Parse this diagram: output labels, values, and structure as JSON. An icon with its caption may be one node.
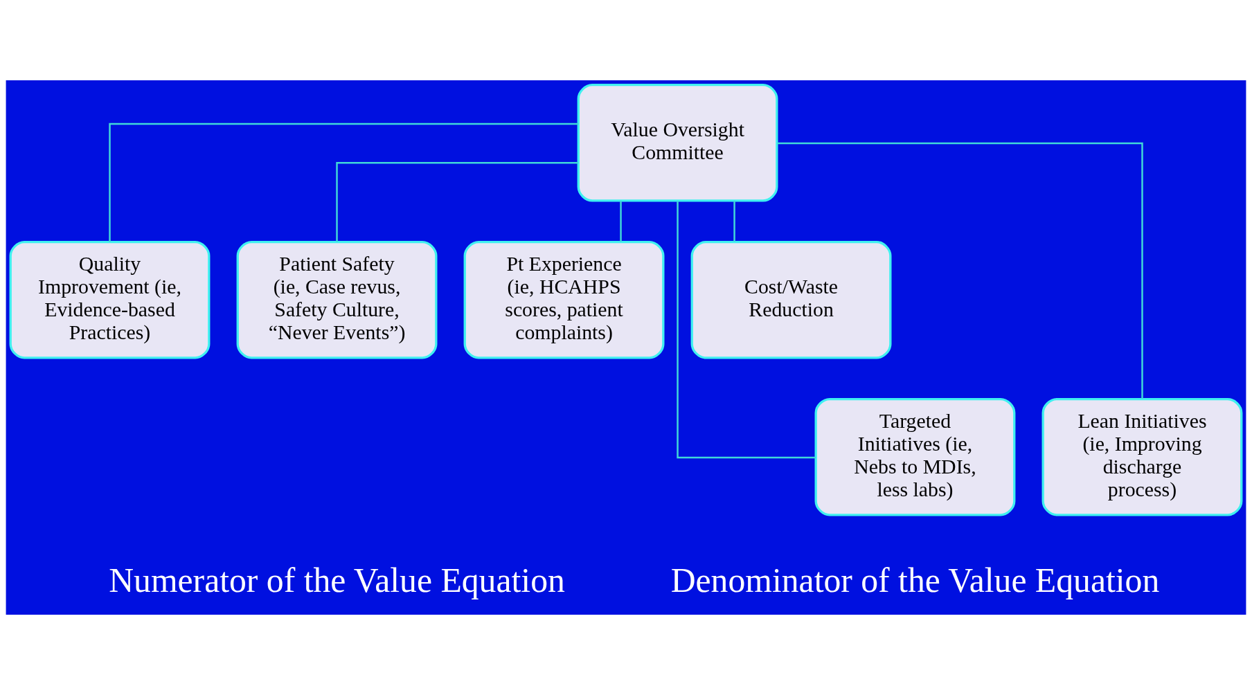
{
  "diagram": {
    "nodes": [
      {
        "text": [
          "Value Oversight Committee"
        ]
      },
      {
        "text": [
          "Quality Improvement (ie, Evidence-based Practices)"
        ]
      },
      {
        "text": [
          "Patient Safety (ie, Case revus, Safety Culture, “Never Events”)"
        ]
      },
      {
        "text": [
          "Pt Experience (ie, HCAHPS scores, patient complaints)"
        ]
      },
      {
        "text": [
          "Cost/Waste Reduction"
        ]
      },
      {
        "text": [
          "Targeted Initiatives (ie, Nebs to MDIs, less labs)"
        ]
      },
      {
        "text": [
          "Lean Initiatives (ie, Improving discharge process)"
        ]
      }
    ],
    "edges": [
      {
        "from": 0,
        "to": 1,
        "arrow": "none"
      },
      {
        "from": 0,
        "to": 2,
        "arrow": "none"
      },
      {
        "from": 0,
        "to": 3,
        "arrow": "none"
      },
      {
        "from": 0,
        "to": 4,
        "arrow": "none"
      },
      {
        "from": 0,
        "to": 5,
        "arrow": "none"
      },
      {
        "from": 0,
        "to": 6,
        "arrow": "none"
      }
    ],
    "labels": [
      "Numerator of the Value Equation",
      "Denominator of the Value Equation"
    ]
  }
}
